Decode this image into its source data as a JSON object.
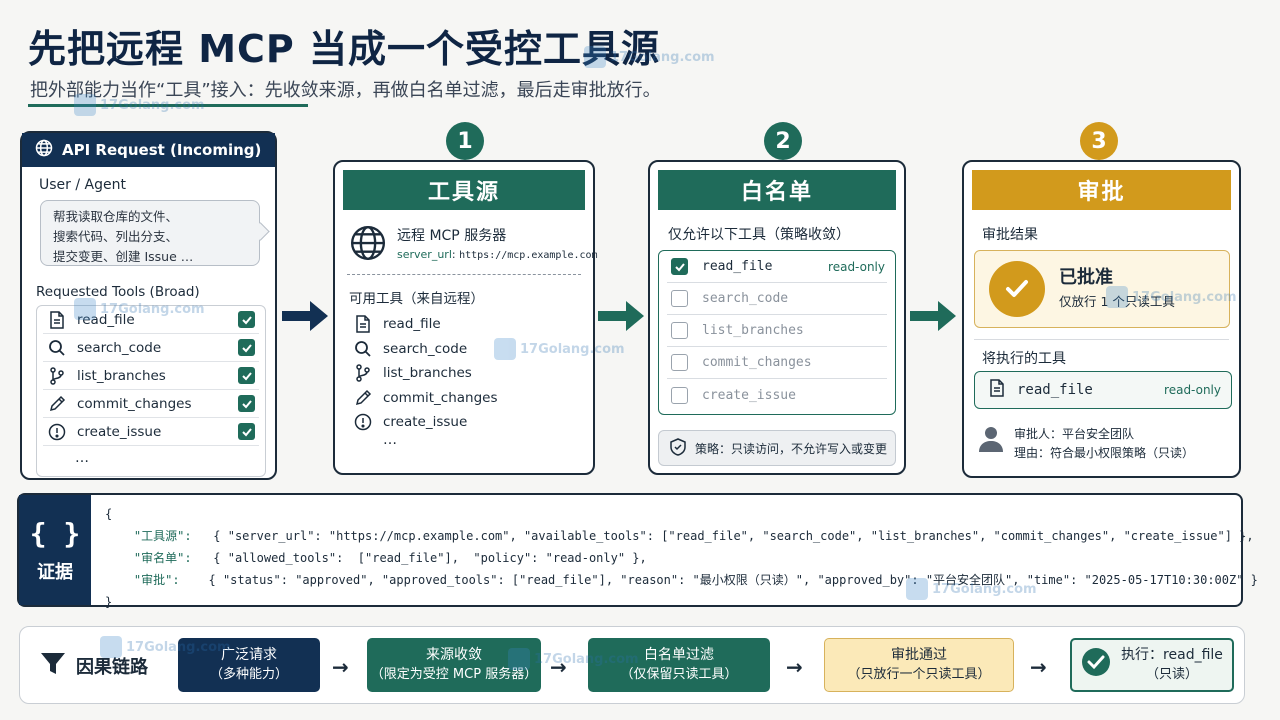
{
  "header": {
    "title": "先把远程 MCP 当成一个受控工具源",
    "subtitle": "把外部能力当作“工具”接入：先收敛来源，再做白名单过滤，最后走审批放行。"
  },
  "request": {
    "title": "API Request (Incoming)",
    "user_label": "User / Agent",
    "message": [
      "帮我读取仓库的文件、",
      "搜索代码、列出分支、",
      "提交变更、创建 Issue …"
    ],
    "tools_title": "Requested Tools (Broad)",
    "tools": [
      "read_file",
      "search_code",
      "list_branches",
      "commit_changes",
      "create_issue"
    ],
    "more": "…"
  },
  "steps": [
    "1",
    "2",
    "3"
  ],
  "source": {
    "title": "工具源",
    "server_name": "远程 MCP 服务器",
    "url_key": "server_url",
    "url_sep": ":",
    "url_value": "https://mcp.example.com",
    "tools_title": "可用工具（来自远程）",
    "tools": [
      "read_file",
      "search_code",
      "list_branches",
      "commit_changes",
      "create_issue"
    ],
    "more": "…"
  },
  "whitelist": {
    "title": "白名单",
    "subtitle": "仅允许以下工具（策略收敛）",
    "tools": [
      {
        "name": "read_file",
        "allowed": true,
        "tag": "read-only"
      },
      {
        "name": "search_code",
        "allowed": false,
        "tag": ""
      },
      {
        "name": "list_branches",
        "allowed": false,
        "tag": ""
      },
      {
        "name": "commit_changes",
        "allowed": false,
        "tag": ""
      },
      {
        "name": "create_issue",
        "allowed": false,
        "tag": ""
      }
    ],
    "policy": "策略：只读访问，不允许写入或变更"
  },
  "approval": {
    "title": "审批",
    "result_title": "审批结果",
    "status": "已批准",
    "status_sub": "仅放行 1 个只读工具",
    "exec_title": "将执行的工具",
    "exec_tool": "read_file",
    "exec_tag": "read-only",
    "approver": "审批人：平台安全团队",
    "reason": "理由：符合最小权限策略（只读）"
  },
  "evidence": {
    "brace": "{ }",
    "label": "证据",
    "open": "{",
    "close": "}",
    "line1_key": "\"工具源\":",
    "line1_body": "{ \"server_url\": \"https://mcp.example.com\", \"available_tools\": [\"read_file\", \"search_code\", \"list_branches\", \"commit_changes\", \"create_issue\"] },",
    "line2_key": "\"审名单\":",
    "line2_body": "{ \"allowed_tools\":  [\"read_file\"],  \"policy\": \"read-only\" },",
    "line3_key": "\"审批\":",
    "line3_body": "{ \"status\": \"approved\", \"approved_tools\": [\"read_file\"], \"reason\": \"最小权限（只读）\", \"approved_by\": \"平台安全团队\", \"time\": \"2025-05-17T10:30:00Z\" }"
  },
  "chain": {
    "title": "因果链路",
    "steps": [
      {
        "l1": "广泛请求",
        "l2": "（多种能力）"
      },
      {
        "l1": "来源收敛",
        "l2": "（限定为受控 MCP 服务器）"
      },
      {
        "l1": "白名单过滤",
        "l2": "（仅保留只读工具）"
      },
      {
        "l1": "审批通过",
        "l2": "（只放行一个只读工具）"
      },
      {
        "l1": "执行：read_file",
        "l2": "（只读）"
      }
    ],
    "arrow": "→"
  },
  "watermark": "17Golang.com",
  "colors": {
    "navy": "#123053",
    "green": "#1f6b5a",
    "gold": "#d29a1c"
  }
}
